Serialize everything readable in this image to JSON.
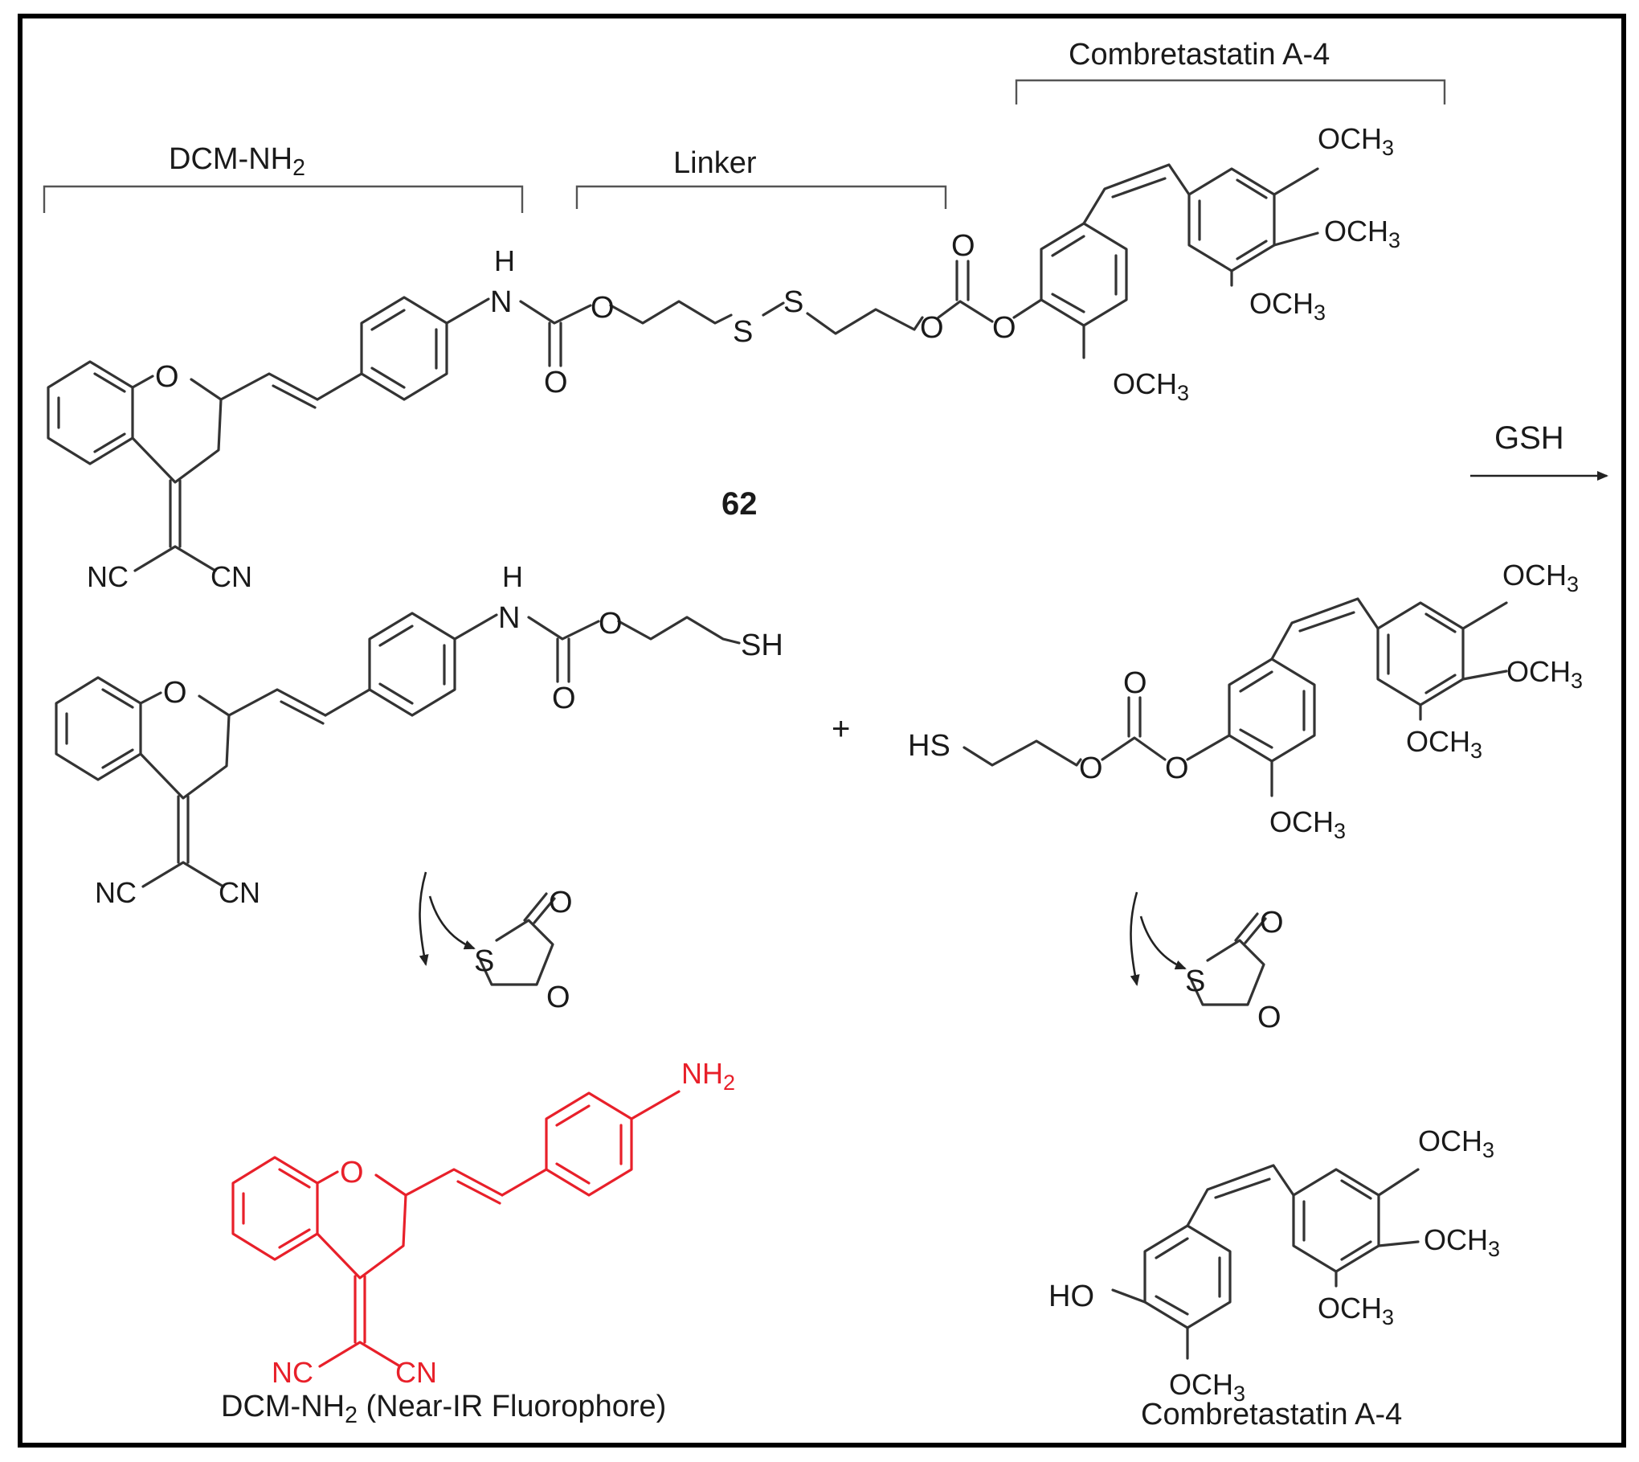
{
  "labels": {
    "dcm_nh2_bracket": "DCM-NH2",
    "linker_bracket": "Linker",
    "combretastatin_bracket": "Combretastatin A-4",
    "compound_number": "62",
    "reagent": "GSH",
    "plus": "+",
    "product_fluorophore": "DCM-NH2 (Near-IR Fluorophore)",
    "product_drug": "Combretastatin A-4"
  },
  "atoms": {
    "O": "O",
    "N": "N",
    "H": "H",
    "S": "S",
    "NC": "NC",
    "CN": "CN",
    "SH": "SH",
    "HS": "HS",
    "HO": "HO",
    "OCH3": "OCH3",
    "NH2": "NH2"
  },
  "colors": {
    "frame": "#000000",
    "bonds": "#333333",
    "fluorophore": "#e8202a"
  }
}
